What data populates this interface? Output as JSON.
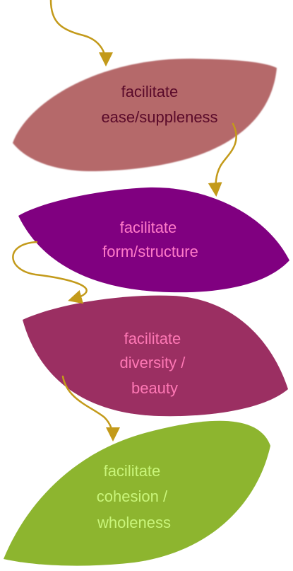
{
  "leaves": [
    {
      "id": "ease",
      "lines": [
        "facilitate",
        "ease/suppleness"
      ],
      "fill": "#b5696a",
      "text_color": "#5a0a2a"
    },
    {
      "id": "form",
      "lines": [
        "facilitate",
        "form/structure"
      ],
      "fill": "#800080",
      "text_color": "#ff7ac8"
    },
    {
      "id": "diversity",
      "lines": [
        "facilitate",
        "diversity /",
        "beauty"
      ],
      "fill": "#9b2f62",
      "text_color": "#ff78b5"
    },
    {
      "id": "cohesion",
      "lines": [
        "facilitate",
        "cohesion /",
        "wholeness"
      ],
      "fill": "#8db52f",
      "text_color": "#c9f57a"
    }
  ],
  "connector_color": "#c39a1a"
}
